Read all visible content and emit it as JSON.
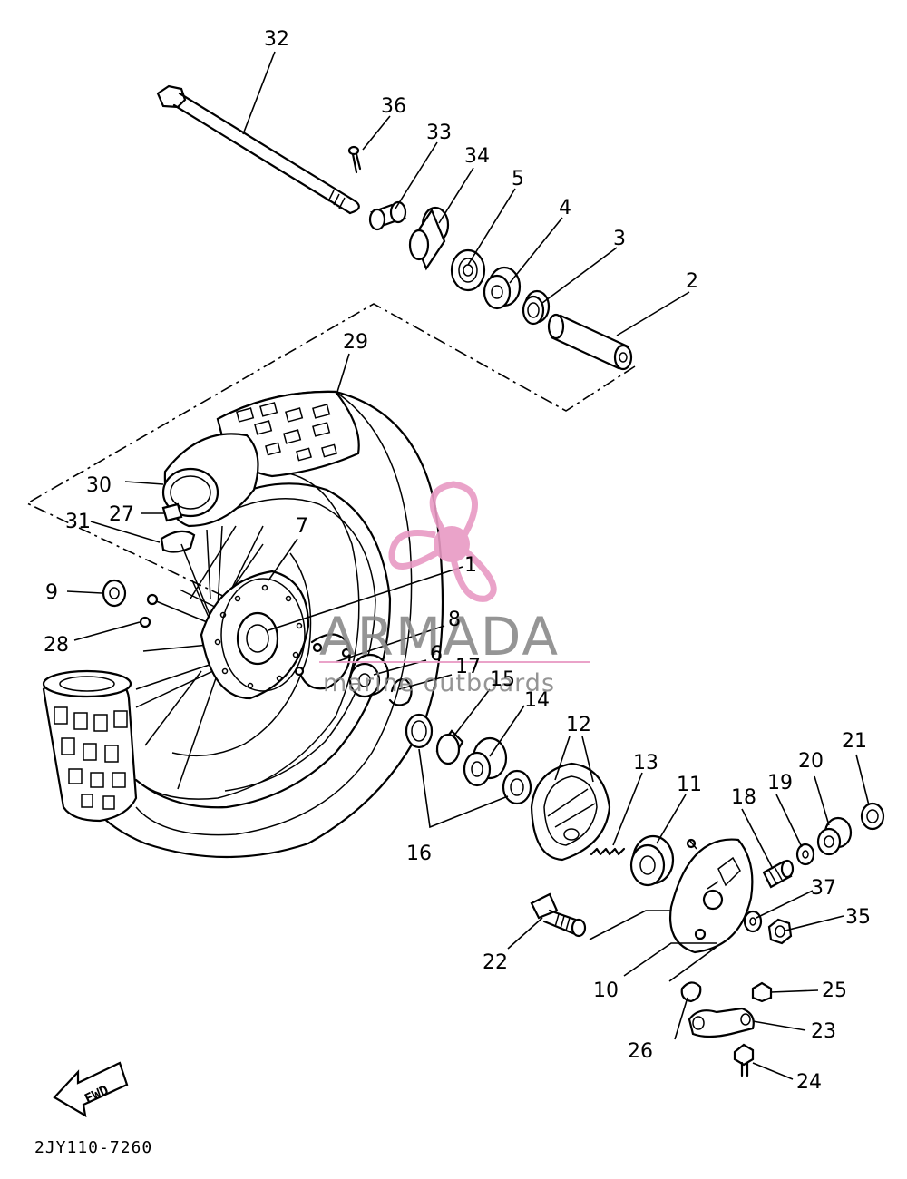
{
  "diagram": {
    "part_callouts": [
      {
        "id": "c1",
        "label": "1"
      },
      {
        "id": "c2",
        "label": "2"
      },
      {
        "id": "c3",
        "label": "3"
      },
      {
        "id": "c4",
        "label": "4"
      },
      {
        "id": "c5",
        "label": "5"
      },
      {
        "id": "c6",
        "label": "6"
      },
      {
        "id": "c7",
        "label": "7"
      },
      {
        "id": "c8",
        "label": "8"
      },
      {
        "id": "c9",
        "label": "9"
      },
      {
        "id": "c10",
        "label": "10"
      },
      {
        "id": "c11",
        "label": "11"
      },
      {
        "id": "c12",
        "label": "12"
      },
      {
        "id": "c13",
        "label": "13"
      },
      {
        "id": "c14",
        "label": "14"
      },
      {
        "id": "c15",
        "label": "15"
      },
      {
        "id": "c16",
        "label": "16"
      },
      {
        "id": "c17",
        "label": "17"
      },
      {
        "id": "c18",
        "label": "18"
      },
      {
        "id": "c19",
        "label": "19"
      },
      {
        "id": "c20",
        "label": "20"
      },
      {
        "id": "c21",
        "label": "21"
      },
      {
        "id": "c22",
        "label": "22"
      },
      {
        "id": "c23",
        "label": "23"
      },
      {
        "id": "c24",
        "label": "24"
      },
      {
        "id": "c25",
        "label": "25"
      },
      {
        "id": "c26",
        "label": "26"
      },
      {
        "id": "c27",
        "label": "27"
      },
      {
        "id": "c28",
        "label": "28"
      },
      {
        "id": "c29",
        "label": "29"
      },
      {
        "id": "c30",
        "label": "30"
      },
      {
        "id": "c31",
        "label": "31"
      },
      {
        "id": "c32",
        "label": "32"
      },
      {
        "id": "c33",
        "label": "33"
      },
      {
        "id": "c34",
        "label": "34"
      },
      {
        "id": "c35",
        "label": "35"
      },
      {
        "id": "c36",
        "label": "36"
      },
      {
        "id": "c37",
        "label": "37"
      }
    ],
    "direction_label": "FWD",
    "diagram_code": "2JY110-7260"
  },
  "watermark": {
    "brand": "ARMADA",
    "tagline": "marine outboards",
    "color": "#e89ac4",
    "text_color": "#8a8a8a"
  },
  "colors": {
    "ink": "#000000",
    "paper": "#ffffff"
  }
}
